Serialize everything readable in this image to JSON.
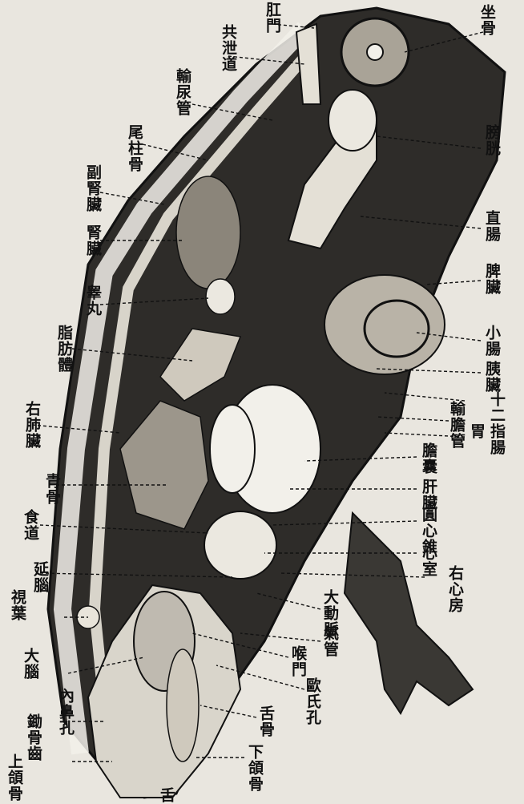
{
  "labels": {
    "zuogu": "坐骨",
    "gangmen": "肛門",
    "gongxiedao": "共泄道",
    "shuniaoguan": "輸尿管",
    "pangguang": "膀胱",
    "weizhugu": "尾柱骨",
    "fushenzang": "副腎臟",
    "zhichang": "直腸",
    "shenzang": "腎臟",
    "pizang": "脾臟",
    "gaowan": "睾丸",
    "xiaochang": "小腸",
    "zhifangti": "脂肪體",
    "yizang": "胰臟",
    "shierzhichang": "十二指腸",
    "youfeizang": "右肺臟",
    "shudanguan": "輸膽管",
    "wei": "胃",
    "qinggu": "青骨",
    "dannang": "膽囊",
    "ganzang": "肝臟",
    "shidao": "食道",
    "yuanxinzhu": "圓心錐",
    "xinshi": "心室",
    "yannao": "延腦",
    "shiye": "視葉",
    "youxinfang": "右心房",
    "dadongmai": "大動脈",
    "qiguan": "氣管",
    "danao": "大腦",
    "houmen": "喉門",
    "neibikong": "內鼻孔",
    "oushikong": "歐氏孔",
    "ezhuchi": "鋤骨齒",
    "shegu": "舌骨",
    "shanghegu": "上頜骨",
    "xiahegu": "下頜骨",
    "she": "舌"
  },
  "colors": {
    "paper": "#e9e6df",
    "ink": "#111111",
    "dark_cavity": "#3a3834",
    "organ_light": "#f2f0ea"
  }
}
